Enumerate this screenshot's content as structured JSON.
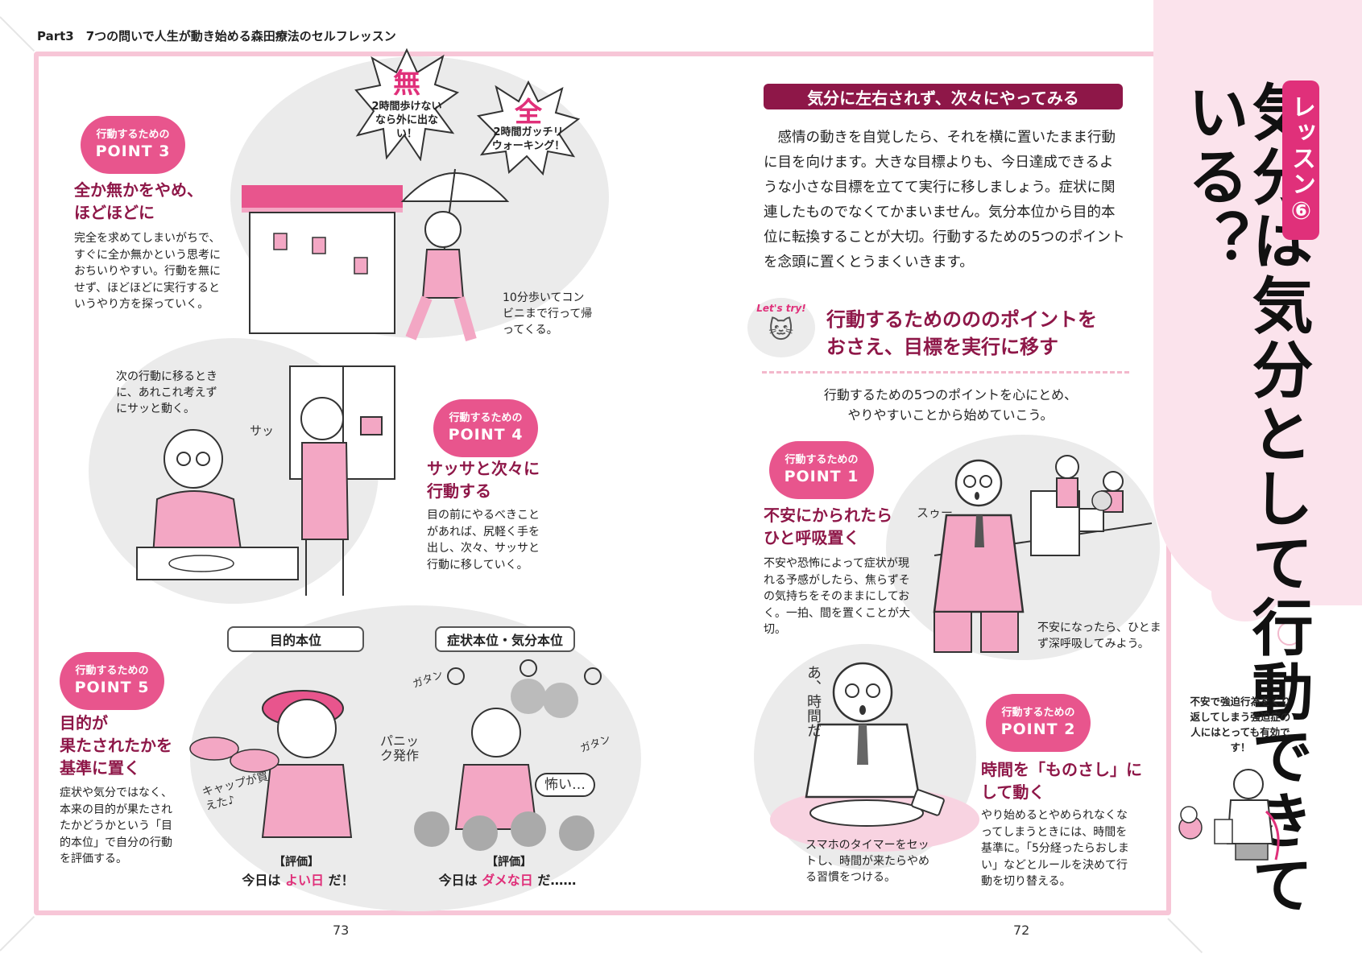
{
  "header": {
    "text": "Part3　7つの問いで人生が動き始める森田療法のセルフレッスン"
  },
  "lesson": {
    "tag": "レッスン⑥",
    "title": "気分は気分として行動できている？"
  },
  "section": {
    "heading": "気分に左右されず、次々にやってみる",
    "intro": "感情の動きを自覚したら、それを横に置いたまま行動に目を向けます。大きな目標よりも、今日達成できるような小さな目標を立てて実行に移しましょう。症状に関連したものでなくてかまいません。気分本位から目的本位に転換することが大切。行動するための5つのポイントを念頭に置くとうまくいきます。"
  },
  "letstry": {
    "label": "Let's try!",
    "icon": "cat-icon",
    "title_line1": "行動するためのののポイントを",
    "title_line2": "おさえ、目標を実行に移す",
    "guide_line1": "行動するための5つのポイントを心にとめ、",
    "guide_line2": "やりやすいことから始めていこう。"
  },
  "points": [
    {
      "badge_small": "行動するための",
      "badge_big": "POINT 1",
      "head_line1": "不安にかられたら",
      "head_line2": "ひと呼吸置く",
      "body": "不安や恐怖によって症状が現れる予感がしたら、焦らずその気持ちをそのままにしておく。一拍、間を置くことが大切。",
      "caption": "不安になったら、ひとまず深呼吸してみよう。",
      "sfx": "スゥー"
    },
    {
      "badge_small": "行動するための",
      "badge_big": "POINT 2",
      "head_line1": "時間を「ものさし」に",
      "head_line2": "して動く",
      "body": "やり始めるとやめられなくなってしまうときには、時間を基準に。「5分経ったらおしまい」などとルールを決めて行動を切り替える。",
      "caption": "スマホのタイマーをセットし、時間が来たらやめる習慣をつける。",
      "speech": "あ、時間だ"
    },
    {
      "badge_small": "行動するための",
      "badge_big": "POINT 3",
      "head_line1": "全か無かをやめ、",
      "head_line2": "ほどほどに",
      "body": "完全を求めてしまいがちで、すぐに全か無かという思考におちいりやすい。行動を無にせず、ほどほどに実行するというやり方を探っていく。",
      "caption": "10分歩いてコンビニまで行って帰ってくる。",
      "burst_none_char": "無",
      "burst_none_text": "2時間歩けないなら外に出ない！",
      "burst_all_char": "全",
      "burst_all_text": "2時間ガッチリウォーキング！"
    },
    {
      "badge_small": "行動するための",
      "badge_big": "POINT 4",
      "head_line1": "サッサと次々に",
      "head_line2": "行動する",
      "body": "目の前にやるべきことがあれば、尻軽く手を出し、次々、サッサと行動に移していく。",
      "caption": "次の行動に移るときに、あれこれ考えずにサッと動く。",
      "sfx": "サッ"
    },
    {
      "badge_small": "行動するための",
      "badge_big": "POINT 5",
      "head_line1": "目的が",
      "head_line2": "果たされたかを",
      "head_line3": "基準に置く",
      "body": "症状や気分ではなく、本来の目的が果たされたかどうかという「目的本位」で自分の行動を評価する。"
    }
  ],
  "compare": {
    "left_label": "目的本位",
    "right_label": "症状本位・気分本位",
    "eval_title": "【評価】",
    "left_eval_pre": "今日は ",
    "left_eval_hl": "よい日",
    "left_eval_post": " だ！",
    "right_eval_pre": "今日は ",
    "right_eval_hl": "ダメな日",
    "right_eval_post": " だ……",
    "cap_bought": "キャップが買えた♪",
    "sfx_panic": "パニック発作",
    "sfx_gatan": "ガタン",
    "speech_scary": "怖い…"
  },
  "doctor_note": "不安で強迫行為をくり返してしまう強迫症の人にはとっても有効です！",
  "page_numbers": {
    "left": "73",
    "right": "72"
  },
  "colors": {
    "accent": "#e0307a",
    "dark_accent": "#8e1748",
    "pink_bg": "#fbe3ec",
    "frame": "#f7c6d7"
  }
}
